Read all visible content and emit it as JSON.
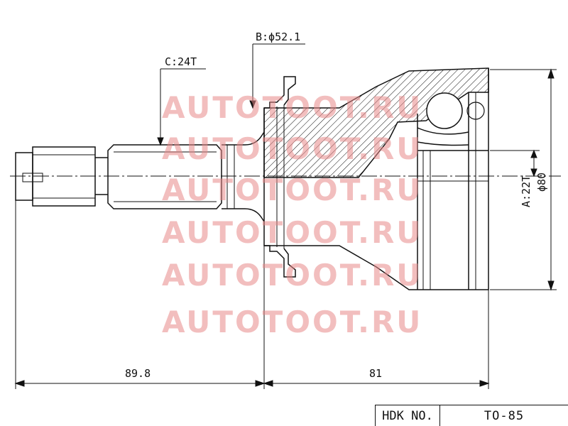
{
  "drawing": {
    "labels": {
      "b": "B:ϕ52.1",
      "c": "C:24T",
      "a": "A:22T",
      "phi": "ϕ80",
      "len_left": "89.8",
      "len_right": "81"
    },
    "watermark": "AUTOTOOT.RU",
    "line_color": "#111111",
    "watermark_color": "#e88888"
  },
  "title_block": {
    "label": "HDK NO.",
    "value": "TO-85"
  }
}
